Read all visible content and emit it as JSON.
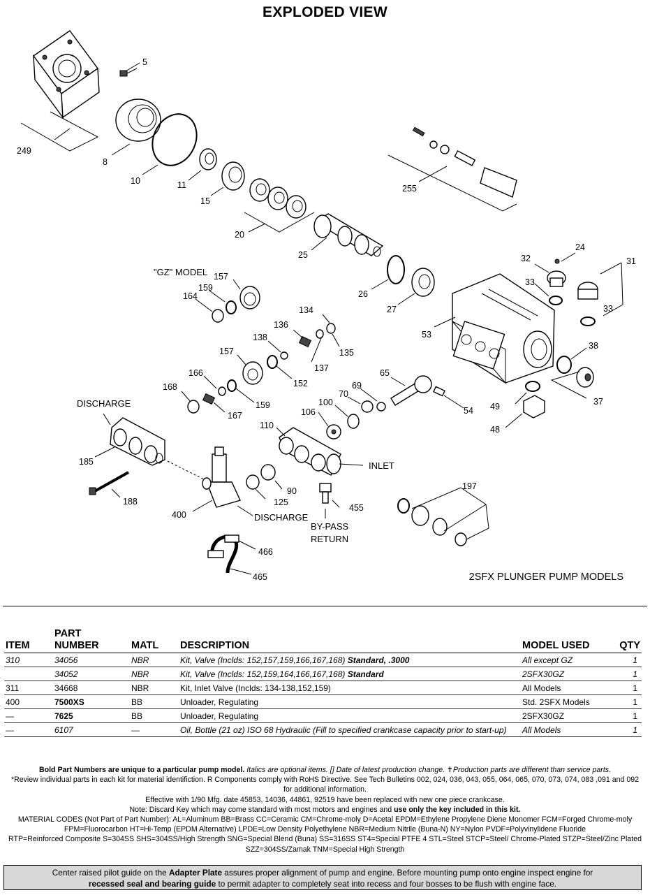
{
  "title": "EXPLODED VIEW",
  "callouts": [
    "5",
    "249",
    "8",
    "10",
    "11",
    "15",
    "20",
    "25",
    "26",
    "27",
    "255",
    "24",
    "32",
    "31",
    "33",
    "33",
    "53",
    "157",
    "159",
    "164",
    "134",
    "136",
    "138",
    "135",
    "137",
    "157",
    "152",
    "166",
    "168",
    "167",
    "159",
    "65",
    "69",
    "70",
    "54",
    "38",
    "37",
    "49",
    "48",
    "100",
    "106",
    "110",
    "185",
    "188",
    "90",
    "125",
    "400",
    "455",
    "197",
    "466",
    "465"
  ],
  "labels": {
    "gz_model": "\"GZ\" MODEL",
    "discharge_top": "DISCHARGE",
    "discharge_bottom": "DISCHARGE",
    "inlet": "INLET",
    "bypass_line1": "BY-PASS",
    "bypass_line2": "RETURN",
    "models": "2SFX PLUNGER PUMP MODELS"
  },
  "table": {
    "headers": {
      "item": "ITEM",
      "part_number_line1": "PART",
      "part_number_line2": "NUMBER",
      "matl": "MATL",
      "description": "DESCRIPTION",
      "model_used": "MODEL USED",
      "qty": "QTY"
    },
    "rows": [
      {
        "item": "310",
        "part": "34056",
        "matl": "NBR",
        "desc": "Kit, Valve (Inclds: 152,157,159,166,167,168) ",
        "desc_bold": "Standard, .3000",
        "model": "All except GZ",
        "qty": "1"
      },
      {
        "item": "",
        "part": "34052",
        "matl": "NBR",
        "desc": "Kit, Valve (Inclds: 152,159,164,166,167,168) ",
        "desc_bold": "Standard",
        "model": "2SFX30GZ",
        "qty": "1"
      },
      {
        "item": "311",
        "part": "34668",
        "matl": "NBR",
        "desc": "Kit, Inlet Valve (Inclds: 134-138,152,159)",
        "desc_bold": "",
        "model": "All Models",
        "qty": "1"
      },
      {
        "item": "400",
        "part": "7500XS",
        "matl": "BB",
        "desc": "Unloader, Regulating",
        "desc_bold": "",
        "model": "Std. 2SFX Models",
        "qty": "1"
      },
      {
        "item": "—",
        "part": "7625",
        "matl": "BB",
        "desc": "Unloader, Regulating",
        "desc_bold": "",
        "model": "2SFX30GZ",
        "qty": "1"
      },
      {
        "item": "—",
        "part": "6107",
        "matl": "—",
        "desc": "Oil, Bottle (21 oz) ISO 68 Hydraulic (Fill to specified crankcase capacity prior to start-up)",
        "desc_bold": "",
        "model": "All Models",
        "qty": "1"
      }
    ]
  },
  "notes": {
    "line1_bold": "Bold Part Numbers are unique to a particular pump model.",
    "line1_rest": " Italics are optional items.  [] Date of latest production change.  ✝Production parts are different than service parts.",
    "line2": "*Review individual parts in each kit for material identifiction. R Components comply with RoHS Directive.  See Tech Bulletins 002, 024, 036, 043, 055, 064, 065, 070, 073, 074, 083 ,091 and 092",
    "line3": "for additional information.",
    "line4": "Effective with 1/90 Mfg. date 45853, 14036, 44861, 92519 have been replaced with new one piece crankcase.",
    "line5_a": "Note: Discard Key which may come standard with most motors and engines and ",
    "line5_b": "use only the key included in this kit.",
    "line6": "MATERIAL CODES (Not Part of Part Number):  AL=Aluminum  BB=Brass  CC=Ceramic  CM=Chrome-moly  D=Acetal  EPDM=Ethylene Propylene Diene Monomer  FCM=Forged Chrome-moly",
    "line7": "FPM=Fluorocarbon  HT=Hi-Temp (EPDM Alternative)  LPDE=Low Density Polyethylene  NBR=Medium Nitrile (Buna-N)  NY=Nylon  PVDF=Polyvinylidene Fluoride",
    "line8": "RTP=Reinforced Composite  S=304SS  SHS=304SS/High Strength  SNG=Special Blend (Buna)  SS=316SS  ST4=Special PTFE 4  STL=Steel  STCP=Steel/ Chrome-Plated  STZP=Steel/Zinc Plated",
    "line9": "SZZ=304SS/Zamak  TNM=Special High Strength"
  },
  "footer": {
    "a": "Center raised pilot guide on the ",
    "b": "Adapter Plate",
    "c": " assures proper alignment of pump and engine. Before mounting pump onto engine inspect engine for",
    "d": "recessed seal and bearing guide",
    "e": " to permit adapter to completely seat into recess and four bosses to be flush with engine face."
  }
}
